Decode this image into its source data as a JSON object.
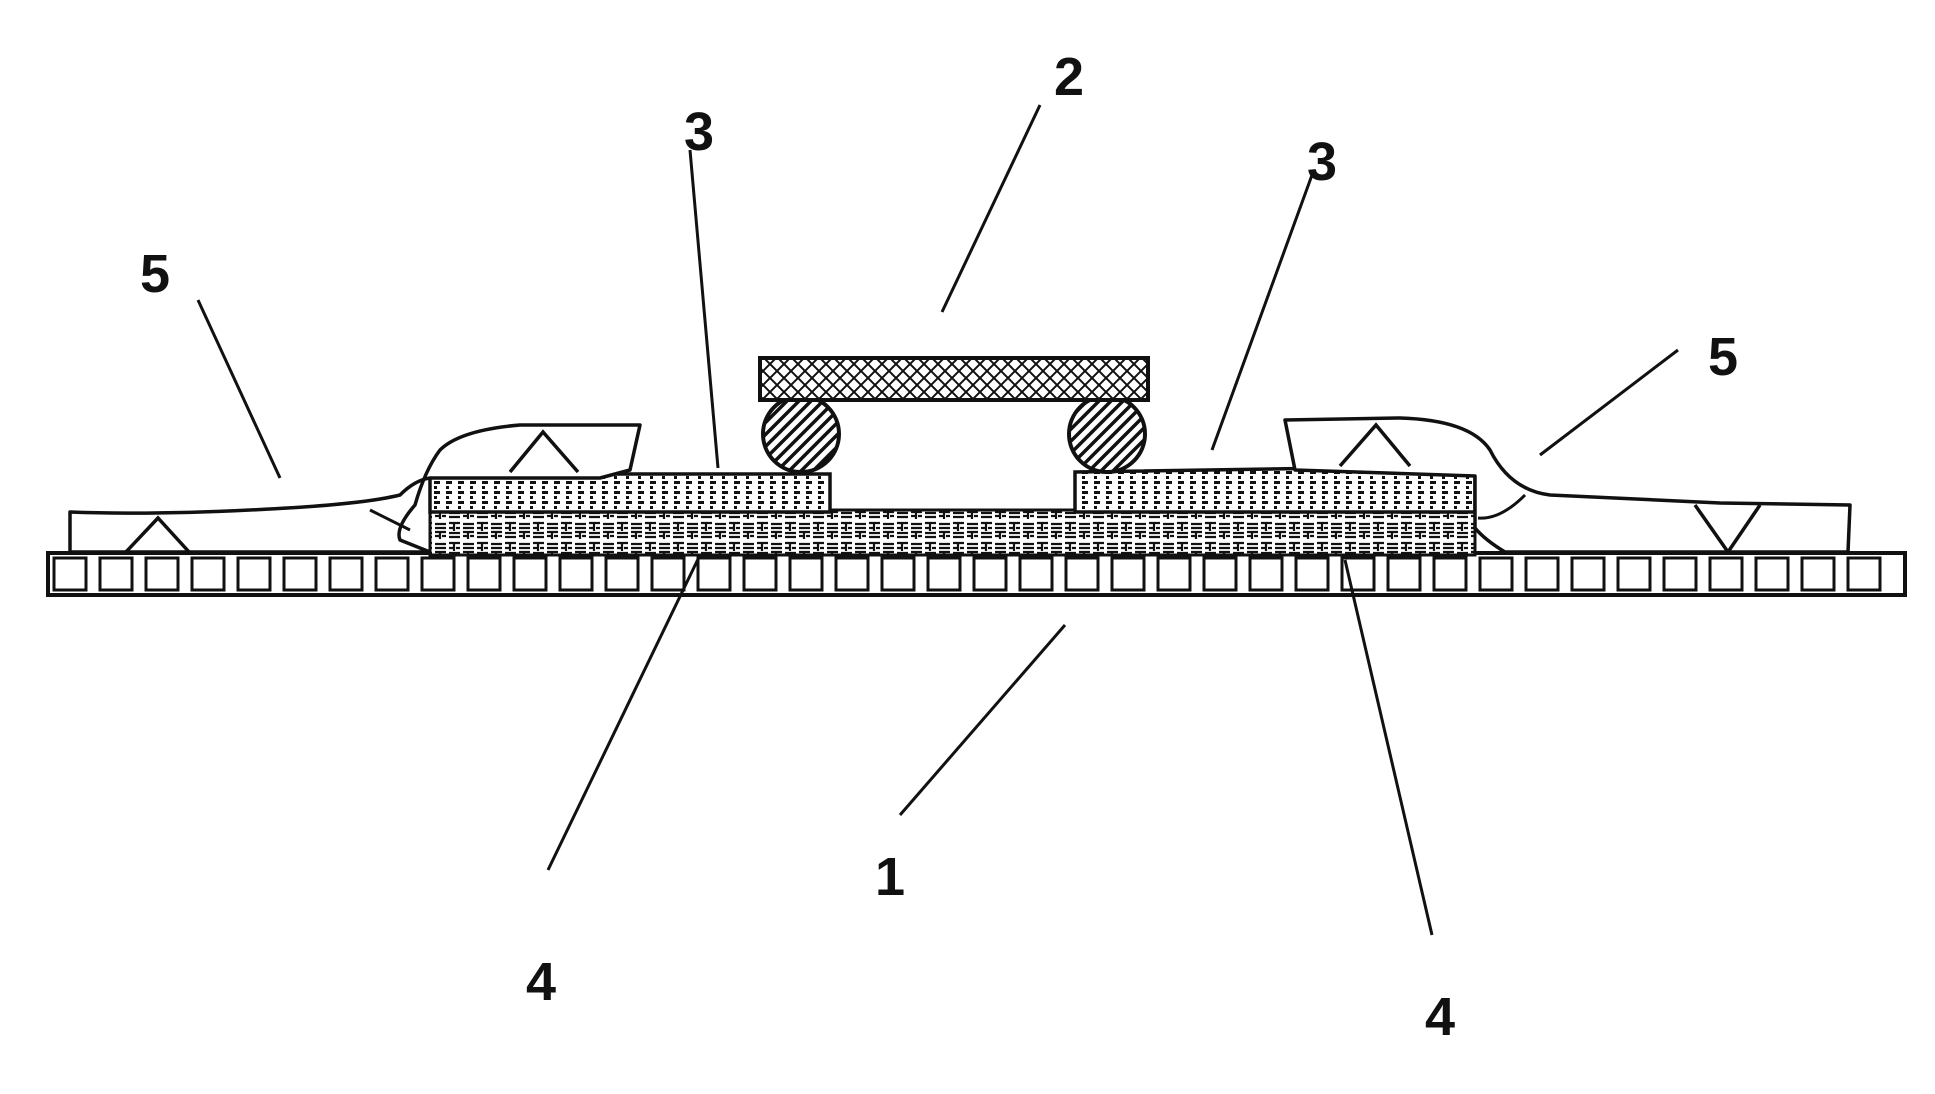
{
  "figure": {
    "labels": {
      "substrate": "1",
      "chip": "2",
      "pad_left": "3",
      "pad_right": "3",
      "layer_left": "4",
      "layer_right": "4",
      "encapsulant_left": "5",
      "encapsulant_right": "5"
    },
    "colors": {
      "ink": "#111111",
      "background": "#ffffff"
    }
  }
}
